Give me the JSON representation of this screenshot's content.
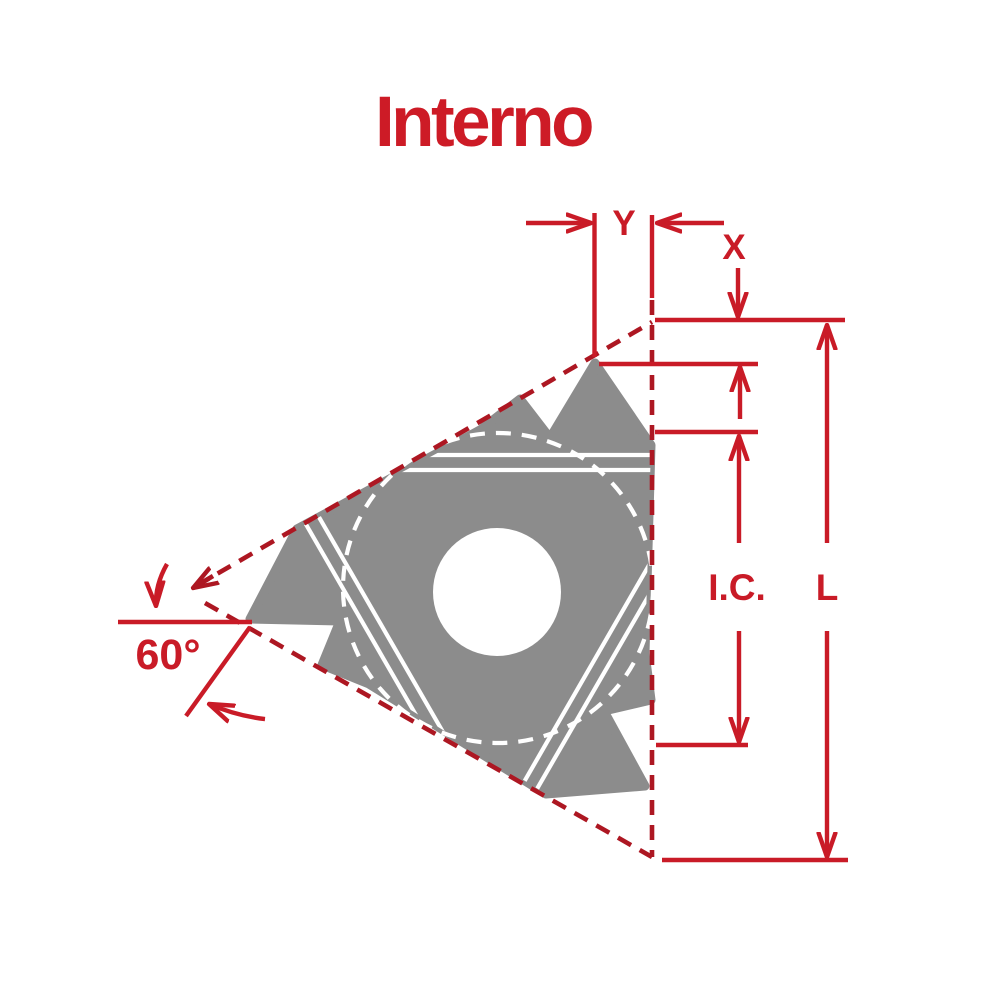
{
  "title": "Interno",
  "labels": {
    "dim_y": "Y",
    "dim_x": "X",
    "inscribed_circle": "I.C.",
    "edge_length": "L",
    "thread_angle": "60°"
  },
  "colors": {
    "title_red": "#CD1B26",
    "dimension_red": "#C91B27",
    "dashed_red": "#AD1722",
    "insert_gray": "#8C8C8C",
    "groove_white": "#FFFFFF",
    "background": "#FFFFFF"
  },
  "figure": {
    "type": "technical-dimension-diagram",
    "subject": "triangular internal threading insert",
    "dimensions_shown": [
      "Y",
      "X",
      "I.C.",
      "L",
      "60°"
    ]
  }
}
